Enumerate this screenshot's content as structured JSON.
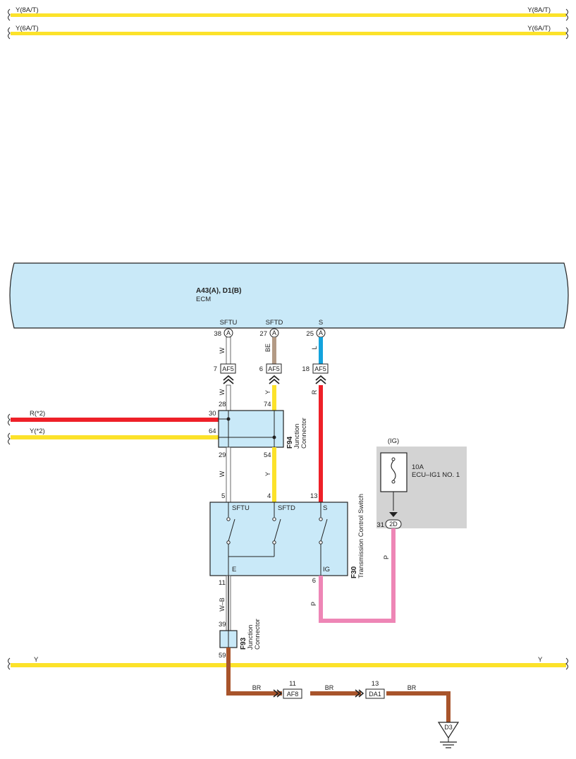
{
  "colors": {
    "yellow": "#fce22a",
    "white": "#ffffff",
    "beige": "#b39a85",
    "blue": "#13a3dd",
    "red": "#ee2028",
    "pink": "#ee86b6",
    "brown": "#a8542b",
    "ecm_fill": "#c9e9f8",
    "fuse_bg": "#d3d3d3"
  },
  "top_wires": {
    "w1_left": "Y(8A/T)",
    "w1_right": "Y(8A/T)",
    "w2_left": "Y(6A/T)",
    "w2_right": "Y(6A/T)"
  },
  "ecm": {
    "connector_label": "A43(A), D1(B)",
    "name": "ECM",
    "pins": [
      {
        "name": "SFTU",
        "num": "38",
        "conn": "A",
        "wire": "W"
      },
      {
        "name": "SFTD",
        "num": "27",
        "conn": "A",
        "wire": "BE"
      },
      {
        "name": "S",
        "num": "25",
        "conn": "A",
        "wire": "L"
      }
    ]
  },
  "af5": {
    "label": "AF5",
    "pins": [
      {
        "num": "7",
        "wire_below": "W"
      },
      {
        "num": "6",
        "wire_below": "Y"
      },
      {
        "num": "18",
        "wire_below": "R"
      }
    ]
  },
  "left_wires": {
    "red_label": "R(*2)",
    "yellow_label": "Y(*2)"
  },
  "f94": {
    "id": "F94",
    "name1": "Junction",
    "name2": "Connector",
    "pins": [
      "28",
      "74",
      "30",
      "64",
      "29",
      "54"
    ],
    "wires_below": [
      "W",
      "Y"
    ]
  },
  "f30": {
    "id": "F30",
    "name": "Transmission Control Switch",
    "pin_top": [
      "5",
      "4",
      "13"
    ],
    "terminals": [
      "SFTU",
      "SFTD",
      "S",
      "E",
      "IG"
    ],
    "pin_bottom": [
      "11",
      "6"
    ],
    "wires_below": [
      "W–B",
      "P"
    ]
  },
  "fuse": {
    "tag": "(IG)",
    "rating": "10A",
    "name": "ECU–IG1 NO. 1",
    "pin": "31",
    "conn": "2D",
    "wire": "P"
  },
  "f93": {
    "id": "F93",
    "name1": "Junction",
    "name2": "Connector",
    "pin_top": "39",
    "pin_bottom": "59"
  },
  "bottom_wire": {
    "left": "Y",
    "right": "Y"
  },
  "ground_path": {
    "seg1": "BR",
    "af8_pin": "11",
    "af8_label": "AF8",
    "seg2": "BR",
    "da1_pin": "13",
    "da1_label": "DA1",
    "seg3": "BR",
    "ground_label": "D3"
  }
}
